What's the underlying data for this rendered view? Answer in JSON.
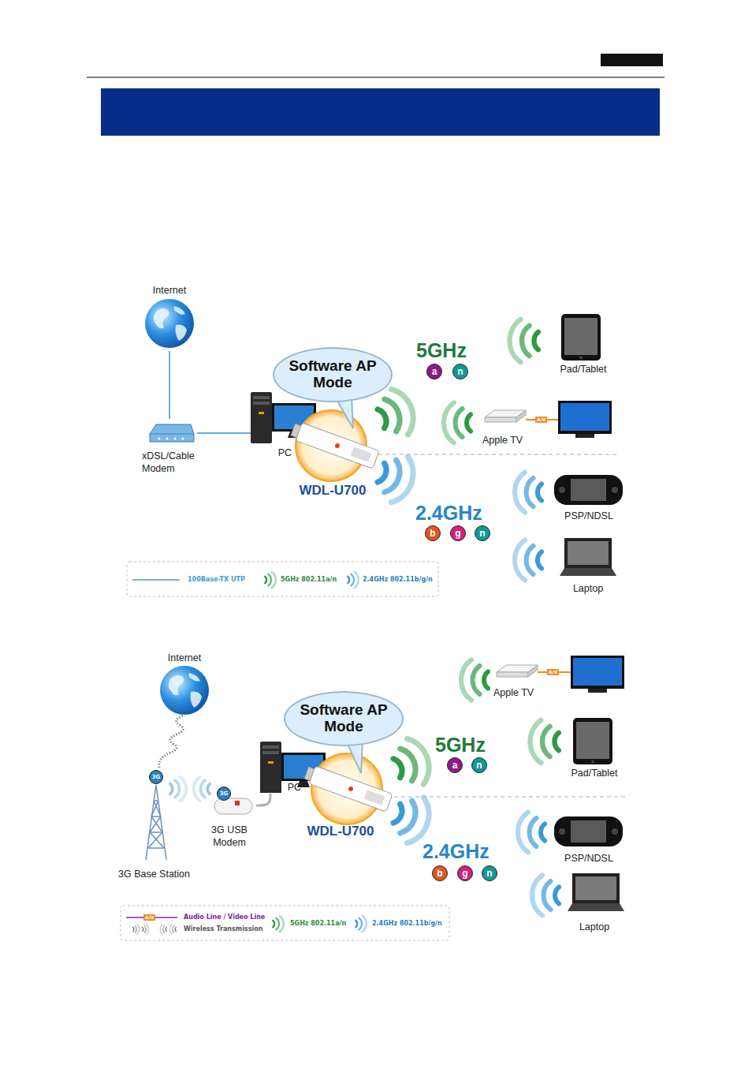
{
  "diagram": {
    "nodes": [
      {
        "text": [
          "Internet"
        ]
      },
      {
        "text": [
          "xDSL/Cable Modem"
        ]
      },
      {
        "text": [
          "PC"
        ]
      },
      {
        "text": [
          "Software AP Mode"
        ]
      },
      {
        "text": [
          "WDL-U700"
        ]
      },
      {
        "text": [
          "a"
        ]
      },
      {
        "text": [
          "n"
        ]
      },
      {
        "text": [
          "Pad/Tablet"
        ]
      },
      {
        "text": [
          "Apple TV"
        ]
      },
      {
        "text": [
          "PSP/NDSL"
        ]
      },
      {
        "text": [
          "Laptop"
        ]
      },
      {
        "text": [
          "b"
        ]
      },
      {
        "text": [
          "g"
        ]
      },
      {
        "text": [
          "n"
        ]
      },
      {
        "text": [
          "Internet"
        ]
      },
      {
        "text": [
          "3G"
        ]
      },
      {
        "text": [
          "3G Base Station"
        ]
      },
      {
        "text": [
          "3G"
        ]
      },
      {
        "text": [
          "3G USB Modem"
        ]
      },
      {
        "text": [
          "PC"
        ]
      },
      {
        "text": [
          "Software AP Mode"
        ]
      },
      {
        "text": [
          "WDL-U700"
        ]
      },
      {
        "text": [
          "Apple TV"
        ]
      },
      {
        "text": [
          "a"
        ]
      },
      {
        "text": [
          "n"
        ]
      },
      {
        "text": [
          "Pad/Tablet"
        ]
      },
      {
        "text": [
          "PSP/NDSL"
        ]
      },
      {
        "text": [
          "b"
        ]
      },
      {
        "text": [
          "g"
        ]
      },
      {
        "text": [
          "n"
        ]
      },
      {
        "text": [
          "Laptop"
        ]
      }
    ],
    "edges": [
      {
        "from": 0,
        "to": 1,
        "arrow": "none"
      },
      {
        "from": 1,
        "to": 2,
        "arrow": "none"
      },
      {
        "from": 18,
        "to": 19,
        "arrow": "none"
      }
    ],
    "labels": [
      "5GHz",
      "A/V",
      "2.4GHz",
      "A/V",
      "5GHz",
      "2.4GHz",
      "A/V"
    ],
    "legend": [
      {
        "text": "100Base-TX UTP"
      },
      {
        "text": "5GHz 802.11a/n"
      },
      {
        "text": "2.4GHz 802.11b/g/n"
      },
      {
        "text": "Audio Line / Video Line"
      },
      {
        "text": "Wireless Transmission"
      },
      {
        "text": "5GHz 802.11a/n"
      },
      {
        "text": "2.4GHz 802.11b/g/n"
      }
    ]
  }
}
